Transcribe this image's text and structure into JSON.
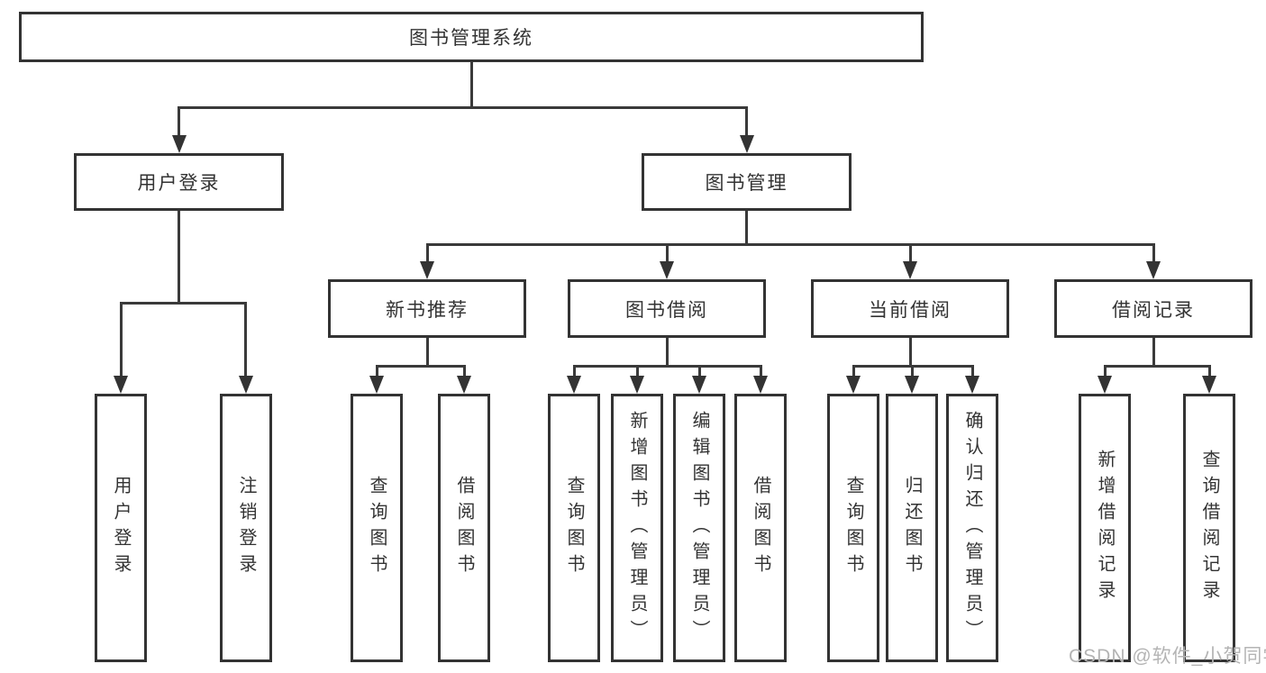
{
  "diagram": {
    "root": "图书管理系统",
    "level2": {
      "user_login": "用户登录",
      "book_mgmt": "图书管理"
    },
    "level3": {
      "new_books": "新书推荐",
      "borrowing": "图书借阅",
      "current": "当前借阅",
      "records": "借阅记录"
    },
    "leaves": {
      "user_login": [
        "用户登录",
        "注销登录"
      ],
      "new_books": [
        "查询图书",
        "借阅图书"
      ],
      "borrowing": [
        "查询图书",
        "新增图书（管理员）",
        "编辑图书（管理员）",
        "借阅图书"
      ],
      "current": [
        "查询图书",
        "归还图书",
        "确认归还（管理员）"
      ],
      "records": [
        "新增借阅记录",
        "查询借阅记录"
      ]
    }
  },
  "colors": {
    "line": "#3a3a3a",
    "border": "#333333",
    "text": "#333333",
    "watermark": "#b4b4b4"
  },
  "watermark": "CSDN @软件_小贺同学"
}
